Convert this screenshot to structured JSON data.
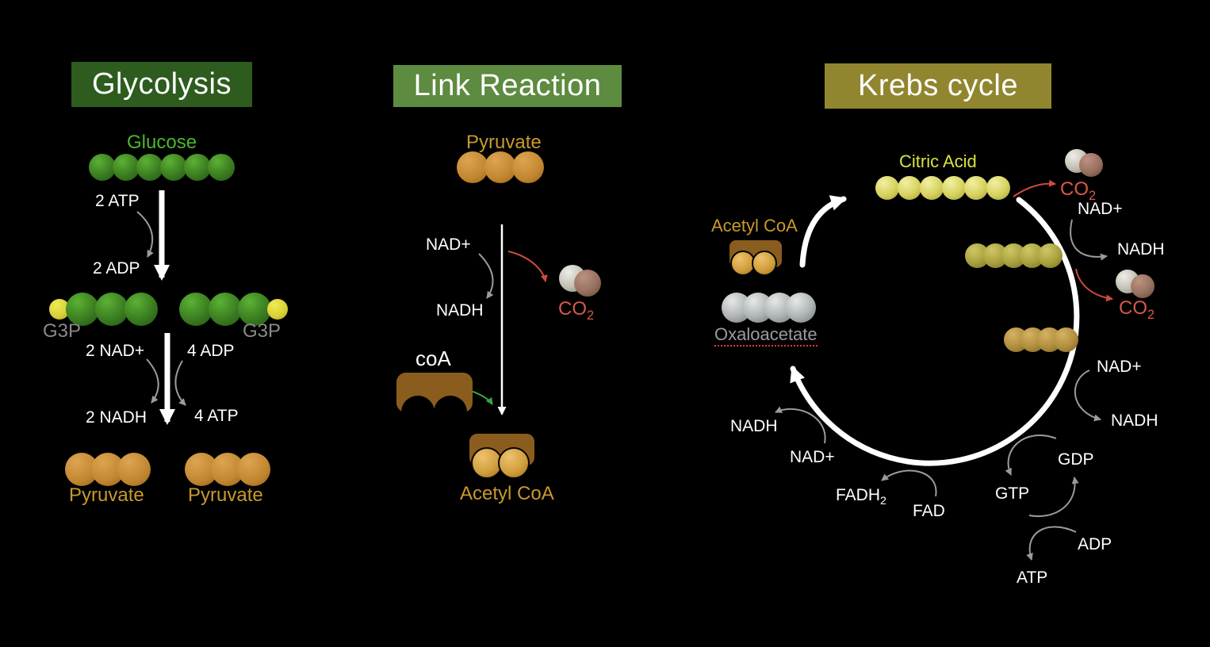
{
  "glycolysis": {
    "title": "Glycolysis",
    "glucose": "Glucose",
    "atp_in": "2 ATP",
    "adp_out": "2 ADP",
    "g3p_left": "G3P",
    "g3p_right": "G3P",
    "nad_in": "2 NAD+",
    "adp_in": "4 ADP",
    "nadh_out": "2 NADH",
    "atp_out": "4 ATP",
    "pyruvate_left": "Pyruvate",
    "pyruvate_right": "Pyruvate"
  },
  "link": {
    "title": "Link Reaction",
    "pyruvate": "Pyruvate",
    "nad": "NAD+",
    "nadh": "NADH",
    "co2": "CO",
    "co2_sub": "2",
    "coa": "coA",
    "acetyl": "Acetyl CoA"
  },
  "krebs": {
    "title": "Krebs cycle",
    "citric": "Citric Acid",
    "acetyl": "Acetyl CoA",
    "oxaloacetate": "Oxaloacetate",
    "co2_top": "CO",
    "co2_top_sub": "2",
    "nad_right1": "NAD+",
    "nadh_right1": "NADH",
    "co2_mid": "CO",
    "co2_mid_sub": "2",
    "nad_right2": "NAD+",
    "nadh_right2": "NADH",
    "nadh_bottom": "NADH",
    "nad_bottom": "NAD+",
    "fadh": "FADH",
    "fadh_sub": "2",
    "fad": "FAD",
    "gdp": "GDP",
    "gtp": "GTP",
    "adp": "ADP",
    "atp": "ATP"
  },
  "colors": {
    "glycolysis_header_bg": "#2d5c1e",
    "link_header_bg": "#5d8b3f",
    "krebs_header_bg": "#91862f",
    "glucose_text": "#4db62c",
    "pyruvate_text": "#c9992d",
    "acetyl_text": "#c9992d",
    "citric_text": "#d9e33c",
    "co2_text": "#d85949",
    "g3p_text": "#8a8a8a",
    "oxaloacetate_text": "#9a9c9e",
    "white_text": "#ffffff",
    "arrow_gray": "#9b9b9b",
    "arrow_red": "#cd4c3c",
    "arrow_green": "#3aa53a",
    "arrow_white": "#ffffff"
  },
  "chains": {
    "glucose": {
      "style": "green",
      "size": 34,
      "count": 6,
      "overlap": 4
    },
    "g3p_left": {
      "overlap": 5,
      "pattern": [
        {
          "style": "yellow",
          "size": 26
        },
        {
          "style": "green",
          "size": 42
        },
        {
          "style": "green",
          "size": 42
        },
        {
          "style": "green",
          "size": 42
        }
      ]
    },
    "g3p_right": {
      "overlap": 5,
      "pattern": [
        {
          "style": "green",
          "size": 42
        },
        {
          "style": "green",
          "size": 42
        },
        {
          "style": "green",
          "size": 42
        },
        {
          "style": "yellow",
          "size": 26
        }
      ]
    },
    "pyruvate_left": {
      "style": "orange",
      "size": 42,
      "count": 3,
      "overlap": 9
    },
    "pyruvate_right": {
      "style": "orange",
      "size": 42,
      "count": 3,
      "overlap": 9
    },
    "pyruvate_link": {
      "style": "orange",
      "size": 40,
      "count": 3,
      "overlap": 5
    },
    "citric": {
      "style": "citric",
      "size": 30,
      "count": 6,
      "overlap": 2
    },
    "chain5": {
      "style": "olive",
      "size": 31,
      "count": 5,
      "overlap": 8
    },
    "chain4": {
      "style": "goldolive",
      "size": 31,
      "count": 4,
      "overlap": 10
    },
    "oxaloacetate": {
      "style": "gray",
      "size": 38,
      "count": 4,
      "overlap": 11
    }
  }
}
